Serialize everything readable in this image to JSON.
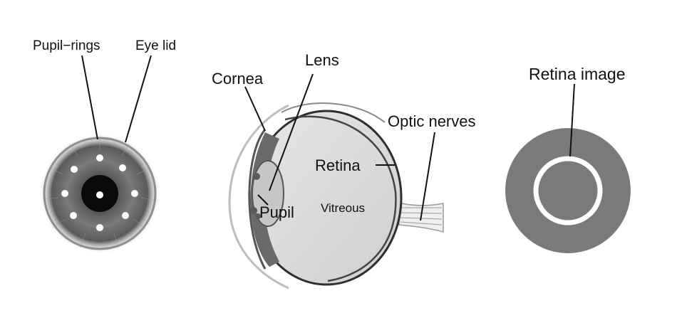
{
  "labels": {
    "pupil_rings": "Pupil−rings",
    "eye_lid": "Eye lid",
    "lens": "Lens",
    "cornea": "Cornea",
    "optic_nerves": "Optic nerves",
    "retina": "Retina",
    "pupil": "Pupil",
    "vitreous": "Vitreous",
    "retina_image": "Retina image"
  },
  "colors": {
    "iris_dark": "#2b2b2b",
    "iris_mid": "#6e6e6e",
    "eyeball_fill": "#d9d9d9",
    "lens_fill": "#c6c6c6",
    "retina_disk": "#7a7a7a",
    "ring_white": "#ffffff"
  }
}
